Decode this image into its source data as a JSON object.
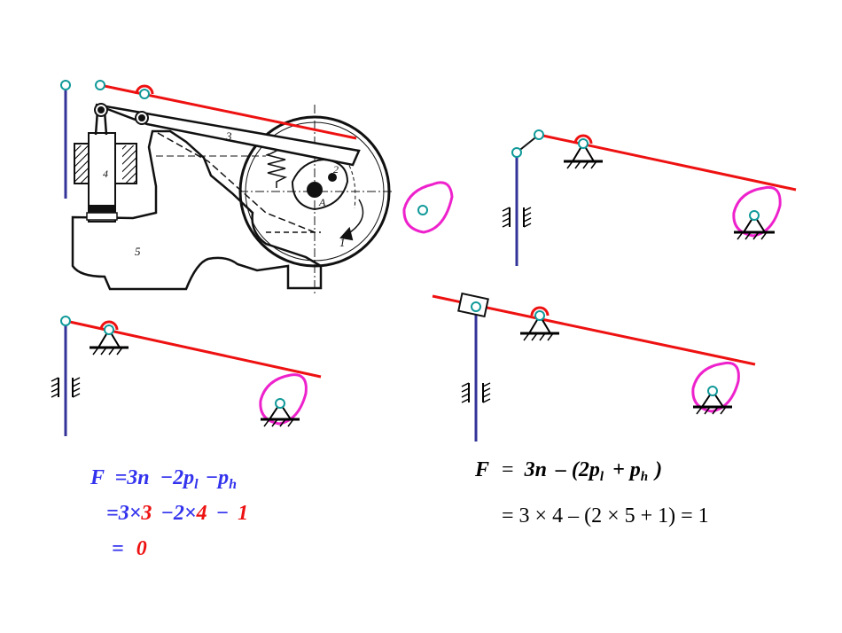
{
  "photo_labels": {
    "part1": "1",
    "part2": "2",
    "part3": "3",
    "part4": "4",
    "part5": "5",
    "pointA": "A"
  },
  "formula_left": {
    "line1": {
      "F": "F",
      "eq": "=",
      "a": "3n",
      "minus1": "−2p",
      "sub_l": "l",
      "minus2": "−p",
      "sub_h": "h"
    },
    "line2": {
      "eq": "=",
      "a": "3×",
      "n": "3",
      "b": "−2×",
      "pl": "4",
      "c": "−",
      "ph": "1"
    },
    "line3": {
      "eq": "=",
      "result": "0"
    }
  },
  "formula_right": {
    "line1": {
      "F": "F",
      "eq": "=",
      "a": "3n",
      "b": "– (2p",
      "sub_l": "l",
      "c": "+ p",
      "sub_h": "h",
      "d": ")"
    },
    "line2": {
      "text": "= 3 × 4 – (2 × 5 + 1) = 1"
    }
  },
  "colors": {
    "link_red": "#ee1111",
    "rod_blue": "#333399",
    "joint_teal": "#119999",
    "cam_magenta": "#ee22cc",
    "text_blue": "#3333ee",
    "text_red": "#ee1111"
  }
}
